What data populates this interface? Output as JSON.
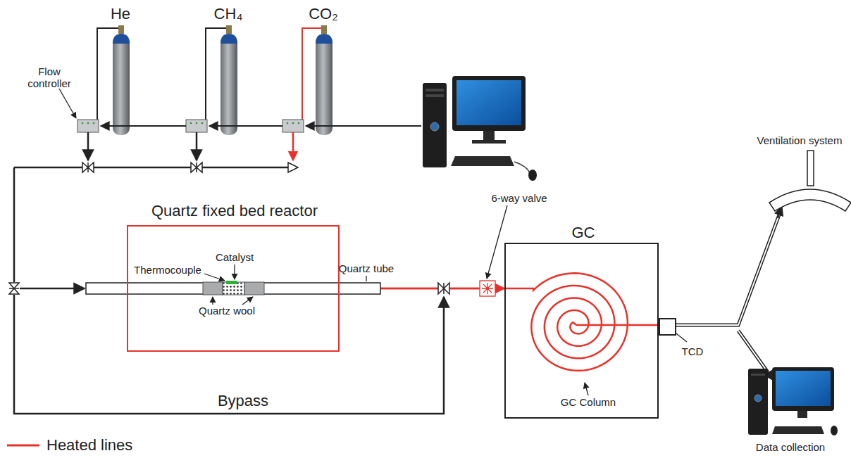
{
  "diagram": {
    "nodes": [
      {
        "text": [
          "Quartz fixed bed reactor"
        ]
      },
      {
        "text": [
          "GC"
        ]
      },
      {
        "text": [
          "TCD"
        ]
      }
    ],
    "edges": [
      {
        "from": 0,
        "to": 1,
        "arrow": "to"
      }
    ],
    "labels": [
      "He",
      "CH₄",
      "CO₂",
      "Flow controller",
      "Thermocouple",
      "Catalyst",
      "Quartz wool",
      "Quartz tube",
      "Bypass",
      "6-way valve",
      "GC Column",
      "Ventilation system",
      "Data collection"
    ],
    "legend": [
      {
        "text": "Heated lines"
      }
    ]
  }
}
